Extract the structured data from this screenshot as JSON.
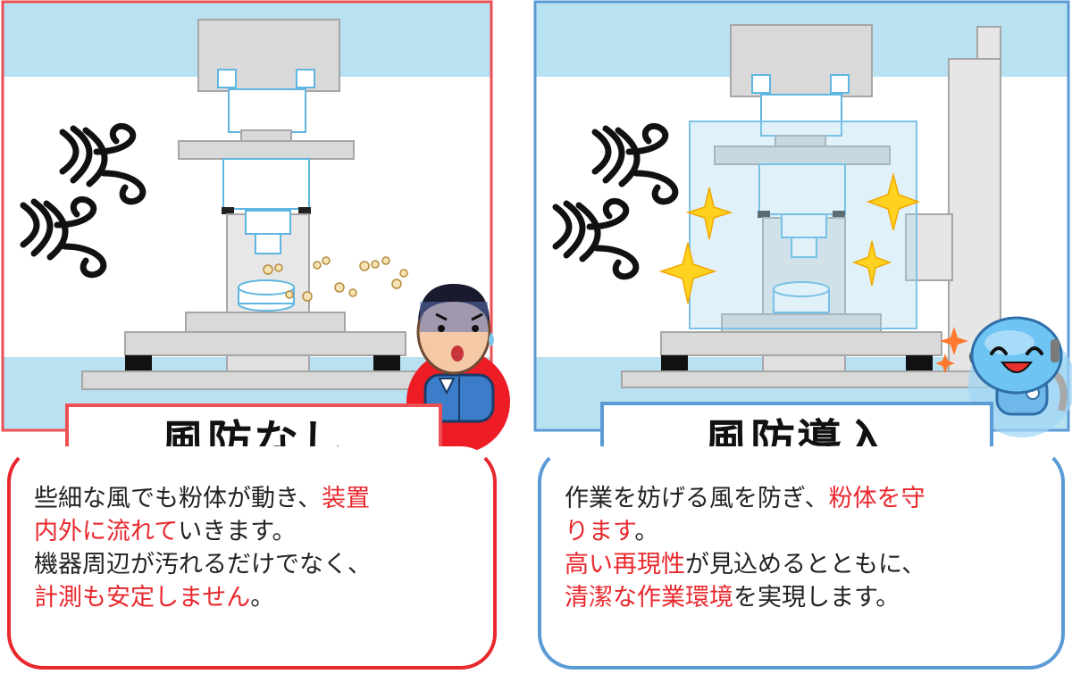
{
  "colors": {
    "bad_border": "#ee4f55",
    "good_border": "#5b9bd5",
    "highlight": "#e8282d",
    "sky": "#b8e1f2",
    "machine_gray": "#d9d9d9"
  },
  "icons": {
    "wind": "wind-gust-icon",
    "sparkle": "sparkle-icon",
    "worker": "worried-worker-icon",
    "robot": "happy-robot-icon"
  },
  "left": {
    "title": "風防なし",
    "description": [
      [
        {
          "t": "些細な風でも粉体が動き、",
          "h": false
        },
        {
          "t": "装置",
          "h": true
        }
      ],
      [
        {
          "t": "内外に流れて",
          "h": true
        },
        {
          "t": "いきます。",
          "h": false
        }
      ],
      [
        {
          "t": "機器周辺が汚れるだけでなく、",
          "h": false
        }
      ],
      [
        {
          "t": "計測も安定しません",
          "h": true
        },
        {
          "t": "。",
          "h": false
        }
      ]
    ]
  },
  "right": {
    "title": "風防導入",
    "description": [
      [
        {
          "t": "作業を妨げる風を防ぎ、",
          "h": false
        },
        {
          "t": "粉体を守",
          "h": true
        }
      ],
      [
        {
          "t": "ります",
          "h": true
        },
        {
          "t": "。",
          "h": false
        }
      ],
      [
        {
          "t": "高い再現性",
          "h": true
        },
        {
          "t": "が見込めるとともに、",
          "h": false
        }
      ],
      [
        {
          "t": "清潔な作業環境",
          "h": true
        },
        {
          "t": "を実現します。",
          "h": false
        }
      ]
    ]
  }
}
